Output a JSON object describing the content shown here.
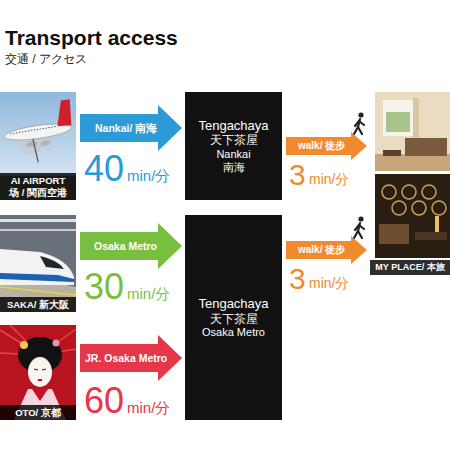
{
  "diagram": {
    "title": "Transport access",
    "nodes": [
      {
        "text": [
          "AI AIRPORT",
          "场 / 関西空港"
        ]
      },
      {
        "text": [
          "Tengachaya",
          "天下茶屋",
          "Nankai",
          "南海"
        ]
      },
      {
        "text": [
          "MY PLACE/ 本旅"
        ]
      },
      {
        "text": [
          "SAKA/ 新大阪"
        ]
      },
      {
        "text": [
          "Tengachaya",
          "天下茶屋",
          "Osaka Metro"
        ]
      },
      {
        "text": [
          "OTO/ 京都"
        ]
      }
    ],
    "edges": [
      {
        "from": 0,
        "to": 1,
        "label": "Nankai/ 南海",
        "arrow": "to"
      },
      {
        "from": 1,
        "to": 2,
        "label": "walk/ 徒步",
        "arrow": "to"
      },
      {
        "from": 3,
        "to": 4,
        "label": "Osaka Metro",
        "arrow": "to"
      },
      {
        "from": 4,
        "to": 2,
        "label": "walk/ 徒步",
        "arrow": "to"
      },
      {
        "from": 5,
        "to": 4,
        "label": "JR. Osaka Metro",
        "arrow": "to"
      }
    ],
    "labels": [
      "交通 / アクセス",
      "40",
      "min/分",
      "3",
      "min/分",
      "30",
      "min/分",
      "3",
      "min/分",
      "60",
      "min/分"
    ]
  }
}
